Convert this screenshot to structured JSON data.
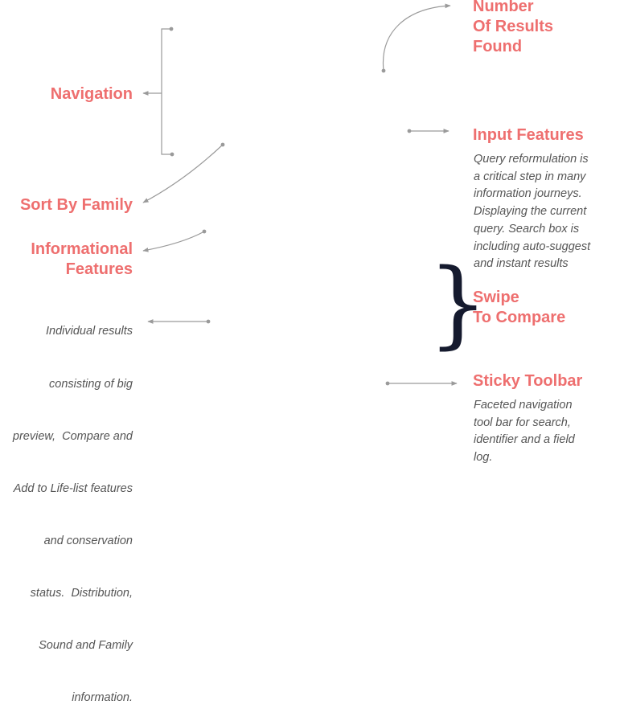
{
  "callouts": {
    "number_of_results": {
      "title_line1": "Number",
      "title_line2": "Of Results",
      "title_line3": "Found"
    },
    "input_features": {
      "title": "Input Features",
      "desc_lines": [
        "Query reformulation is",
        "a critical step in many",
        "information journeys.",
        "Displaying the current",
        "query. Search box is",
        "including auto-suggest",
        "and instant results"
      ]
    },
    "swipe_to_compare": {
      "title_line1": "Swipe",
      "title_line2": "To Compare"
    },
    "sticky_toolbar": {
      "title": "Sticky Toolbar",
      "desc_lines": [
        "Faceted navigation",
        "tool bar for search,",
        "identifier and a field",
        "log."
      ]
    },
    "navigation": {
      "title": "Navigation"
    },
    "sort_by_family": {
      "title": "Sort By Family"
    },
    "informational_features": {
      "title_line1": "Informational",
      "title_line2": "Features",
      "desc_lines": [
        "Individual results",
        "consisting of big",
        "preview,  Compare and",
        "Add to Life-list features",
        "and conservation",
        "status.  Distribution,",
        "Sound and Family",
        "information."
      ]
    }
  },
  "colors": {
    "accent": "#ee6f6f",
    "connector": "#9a9a9a",
    "body_text": "#555555",
    "brace": "#151a2e"
  },
  "brace_glyph": "}"
}
